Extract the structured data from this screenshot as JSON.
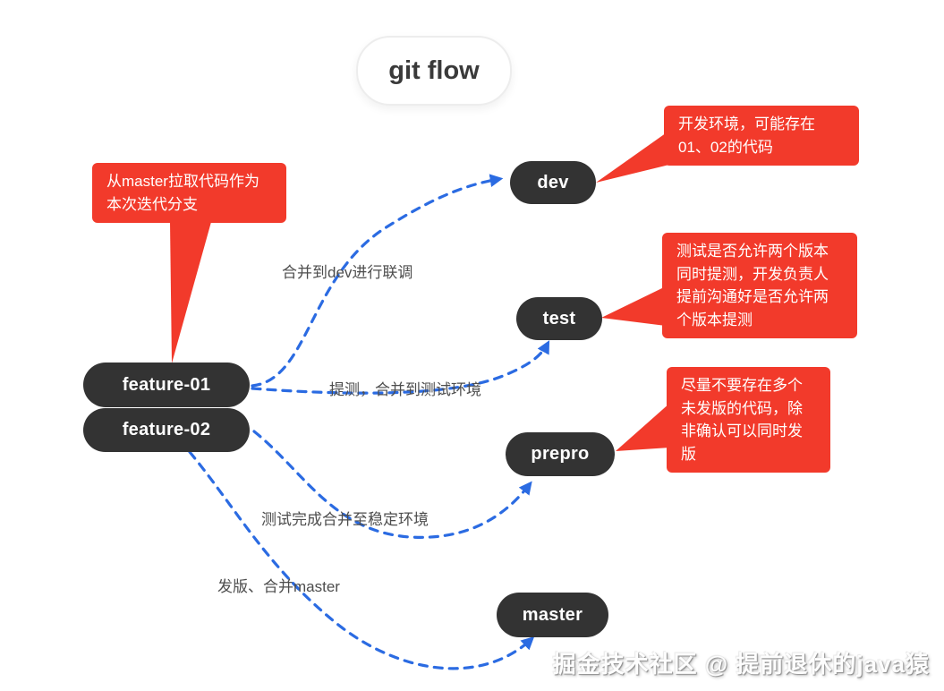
{
  "title": {
    "label": "git flow"
  },
  "nodes": {
    "dev": {
      "label": "dev"
    },
    "test": {
      "label": "test"
    },
    "prepro": {
      "label": "prepro"
    },
    "master": {
      "label": "master"
    },
    "feature01": {
      "label": "feature-01"
    },
    "feature02": {
      "label": "feature-02"
    }
  },
  "callouts": {
    "master_pull": {
      "text": "从master拉取代码作为本次迭代分支"
    },
    "dev_env": {
      "text": "开发环境，可能存在01、02的代码"
    },
    "test_env": {
      "text": "测试是否允许两个版本同时提测，开发负责人提前沟通好是否允许两个版本提测"
    },
    "prepro_env": {
      "text": "尽量不要存在多个未发版的代码，除非确认可以同时发版"
    }
  },
  "edge_labels": {
    "to_dev": {
      "text": "合并到dev进行联调"
    },
    "to_test": {
      "text": "提测，合并到测试环境"
    },
    "to_prepro": {
      "text": "测试完成合并至稳定环境"
    },
    "to_master": {
      "text": "发版、合并master"
    }
  },
  "watermark": {
    "text": "掘金技术社区 @ 提前退休的java猿"
  },
  "colors": {
    "node_bg": "#333333",
    "callout_bg": "#f23a2b",
    "edge_blue": "#2b6be2",
    "edge_label_gray": "#4d4d4d"
  }
}
